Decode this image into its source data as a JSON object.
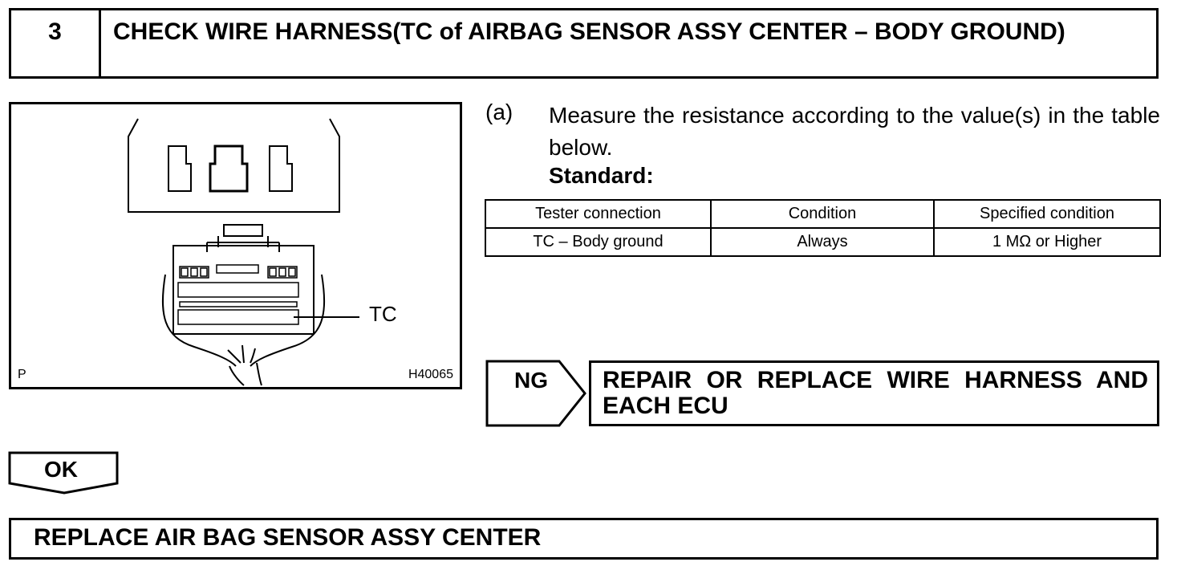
{
  "step": {
    "number": "3",
    "title": "CHECK WIRE HARNESS(TC of AIRBAG SENSOR ASSY CENTER – BODY GROUND)"
  },
  "figure": {
    "corner_label": "P",
    "code": "H40065",
    "callout": "TC"
  },
  "instruction": {
    "marker": "(a)",
    "text": "Measure the resistance according to the value(s) in the table below.",
    "standard_label": "Standard:"
  },
  "table": {
    "headers": [
      "Tester connection",
      "Condition",
      "Specified condition"
    ],
    "rows": [
      [
        "TC – Body ground",
        "Always",
        "1 MΩ or Higher"
      ]
    ]
  },
  "results": {
    "ng": {
      "label": "NG",
      "action": "REPAIR OR REPLACE WIRE HARNESS AND EACH ECU"
    },
    "ok": {
      "label": "OK",
      "action": "REPLACE AIR BAG SENSOR ASSY CENTER"
    }
  }
}
